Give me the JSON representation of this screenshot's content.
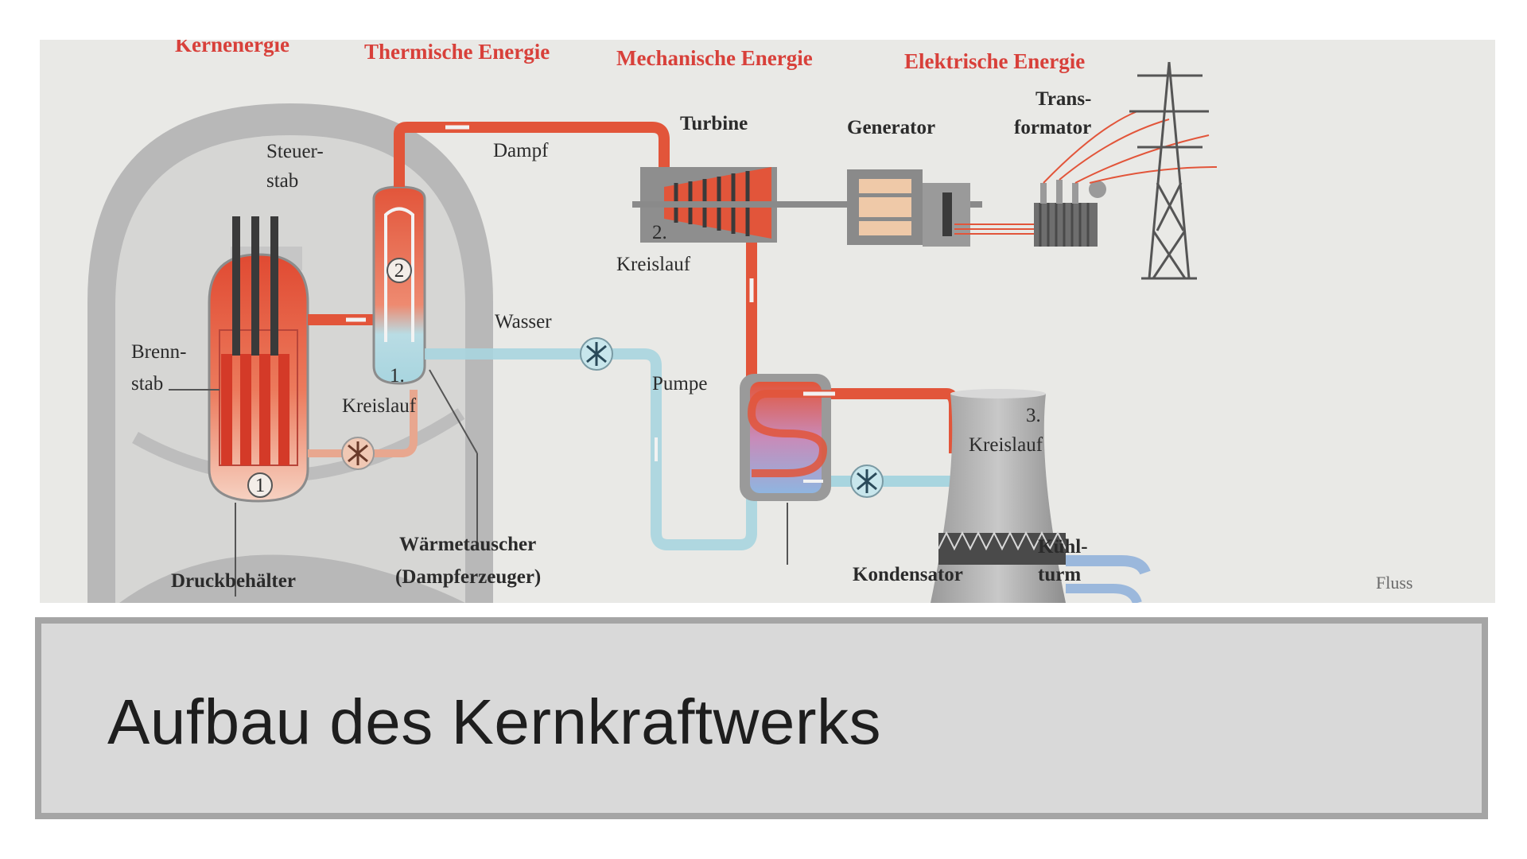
{
  "energy_labels": {
    "nuclear": "Kernenergie",
    "thermal": "Thermische Energie",
    "mechanical": "Mechanische Energie",
    "electrical": "Elektrische Energie"
  },
  "components": {
    "turbine": "Turbine",
    "generator": "Generator",
    "transformer_line1": "Trans-",
    "transformer_line2": "formator",
    "control_rod_line1": "Steuer-",
    "control_rod_line2": "stab",
    "fuel_rod_line1": "Brenn-",
    "fuel_rod_line2": "stab",
    "steam": "Dampf",
    "water": "Wasser",
    "pump": "Pumpe",
    "circuit1_number": "1.",
    "circuit1_label": "Kreislauf",
    "circuit2_number": "2.",
    "circuit2_label": "Kreislauf",
    "circuit3_number": "3.",
    "circuit3_label": "Kreislauf",
    "marker1": "1",
    "marker2": "2",
    "heat_exchanger_line1": "Wärmetauscher",
    "heat_exchanger_line2": "(Dampferzeuger)",
    "pressure_vessel": "Druckbehälter",
    "condenser": "Kondensator",
    "cooling_tower_line1": "Kühl-",
    "cooling_tower_line2": "turm",
    "river": "Fluss"
  },
  "title": "Aufbau des Kernkraftwerks",
  "colors": {
    "hot": "#e2553a",
    "cold": "#9fd0dc",
    "energy_label": "#d8403a",
    "title_box_fill": "#d9d9d9",
    "title_box_border": "#a5a5a5"
  }
}
